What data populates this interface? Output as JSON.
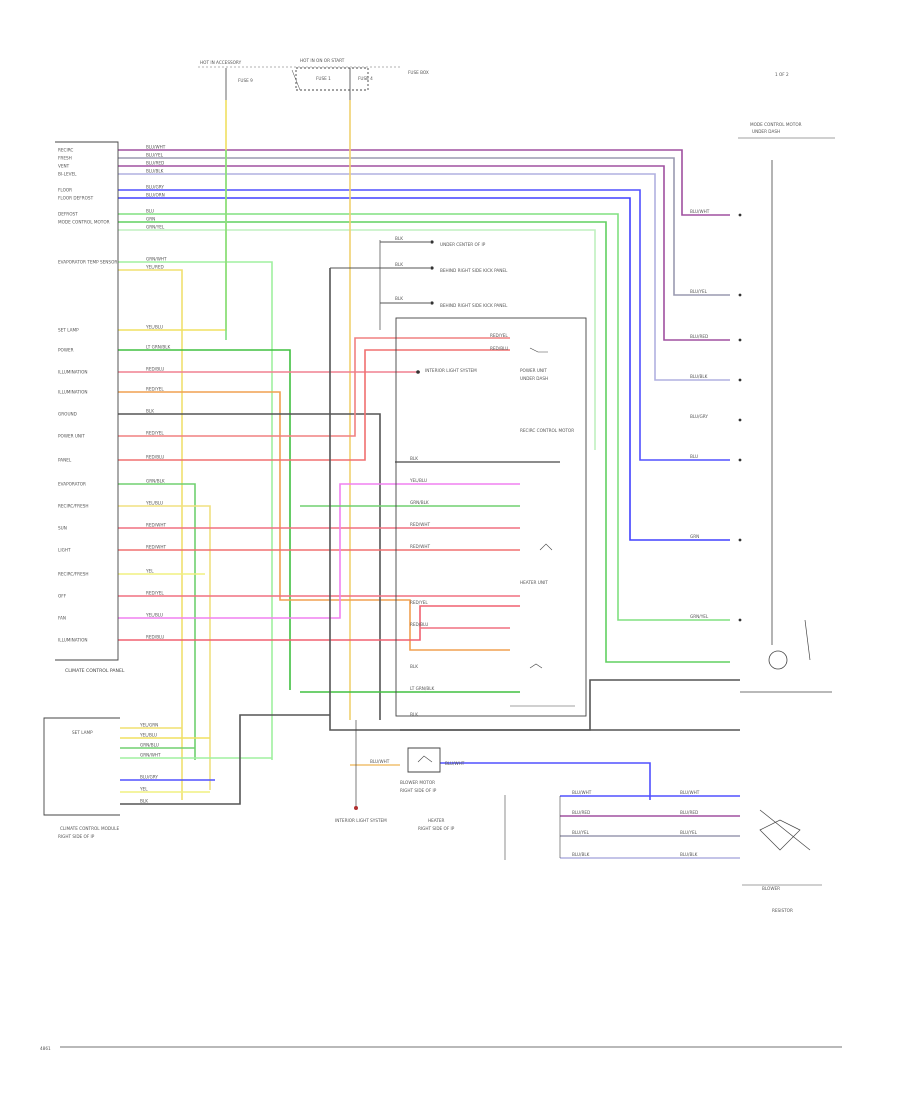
{
  "header": {
    "top_fuse_a": "HOT IN ACCESSORY",
    "top_fuse_b": "HOT IN ON OR START",
    "fuse_box_label": "FUSE BOX",
    "page_ref": "1 OF 2",
    "fuse_a_label": "FUSE 9",
    "fuse_b_label": "FUSE 1",
    "fuse_c_label": "FUSE 4"
  },
  "control_panel": {
    "title": "CLIMATE CONTROL PANEL",
    "pins": [
      {
        "label": "RECIRC",
        "wire": "BLU/WHT"
      },
      {
        "label": "FRESH",
        "wire": "BLU/YEL"
      },
      {
        "label": "VENT",
        "wire": "BLU/RED"
      },
      {
        "label": "BI-LEVEL",
        "wire": "BLU/BLK"
      },
      {
        "label": "FLOOR",
        "wire": "BLU/GRY"
      },
      {
        "label": "FLOOR DEFROST",
        "wire": "BLU/ORN"
      },
      {
        "label": "DEFROST",
        "wire": "BLU"
      },
      {
        "label": "MODE CONTROL MOTOR",
        "wire": "GRN"
      },
      {
        "label": "",
        "wire": "GRN/YEL"
      },
      {
        "label": "EVAPORATOR TEMP SENSOR",
        "wire": "GRN/WHT"
      },
      {
        "label": "",
        "wire": "YEL/RED"
      },
      {
        "label": "SET LAMP",
        "wire": "YEL/BLU"
      },
      {
        "label": "POWER",
        "wire": "LT GRN/BLK"
      },
      {
        "label": "ILLUMINATION",
        "wire": "RED/BLU"
      },
      {
        "label": "ILLUMINATION",
        "wire": "RED/YEL"
      },
      {
        "label": "GROUND",
        "wire": "BLK"
      },
      {
        "label": "POWER UNIT",
        "wire": "RED/YEL"
      },
      {
        "label": "PANEL",
        "wire": "RED/BLU"
      },
      {
        "label": "EVAPORATOR",
        "wire": "GRN/BLK"
      },
      {
        "label": "RECIRC/FRESH",
        "wire": "YEL/BLU"
      },
      {
        "label": "SUN",
        "wire": "RED/WHT"
      },
      {
        "label": "LIGHT",
        "wire": "RED/WHT"
      },
      {
        "label": "RECIRC/FRESH",
        "wire": "YEL"
      },
      {
        "label": "OFF",
        "wire": "RED/YEL"
      },
      {
        "label": "FAN",
        "wire": "YEL/BLU"
      },
      {
        "label": "ILLUMINATION",
        "wire": "RED/BLU"
      }
    ]
  },
  "mode_motor": {
    "title": "MODE CONTROL MOTOR",
    "subtitle": "UNDER DASH",
    "wires": [
      "BLU/WHT",
      "BLU/YEL",
      "BLU/RED",
      "BLU/BLK",
      "BLU/GRY",
      "BLU",
      "GRN",
      "GRN/YEL"
    ]
  },
  "grounds": {
    "g1": "UNDER CENTER OF IP",
    "g2": "BEHIND RIGHT SIDE KICK PANEL",
    "g3": "BEHIND RIGHT SIDE KICK PANEL",
    "blk1": "BLK",
    "blk2": "BLK",
    "blk3": "BLK"
  },
  "middle": {
    "interior_light": "INTERIOR LIGHT SYSTEM",
    "power_unit_title": "POWER UNIT",
    "power_unit_sub": "UNDER DASH",
    "recirc_title": "RECIRC CONTROL MOTOR",
    "heater_title": "HEATER UNIT",
    "relay_wires": [
      "RED/YEL",
      "RED/BLU"
    ],
    "mid_wires": [
      "BLK",
      "YEL/BLU",
      "GRN/BLK",
      "RED/WHT",
      "RED/WHT",
      "RED/YEL",
      "RED/BLU",
      "BLK",
      "LT GRN/BLK",
      "BLK"
    ]
  },
  "bottom_left": {
    "title": "CLIMATE CONTROL MODULE",
    "sub": "RIGHT SIDE OF IP",
    "set_lamp": "SET LAMP",
    "pins": [
      "YEL/GRN",
      "YEL/BLU",
      "GRN/BLU",
      "GRN/WHT",
      "BLU/GRY",
      "YEL",
      "BLK"
    ]
  },
  "bottom_center": {
    "blower_label": "BLOWER MOTOR",
    "blower_sub": "RIGHT SIDE OF IP",
    "wire": "BLU/WHT",
    "heater_label": "HEATER",
    "heater_sub": "RIGHT SIDE OF IP",
    "cigar_label": "INTERIOR LIGHT SYSTEM",
    "resistor_wires": [
      "BLU/WHT",
      "BLU/RED",
      "BLU/YEL",
      "BLU/BLK"
    ]
  },
  "bottom_right": {
    "label": "BLOWER",
    "sub": "RESISTOR"
  },
  "footer": {
    "code": "4861"
  }
}
